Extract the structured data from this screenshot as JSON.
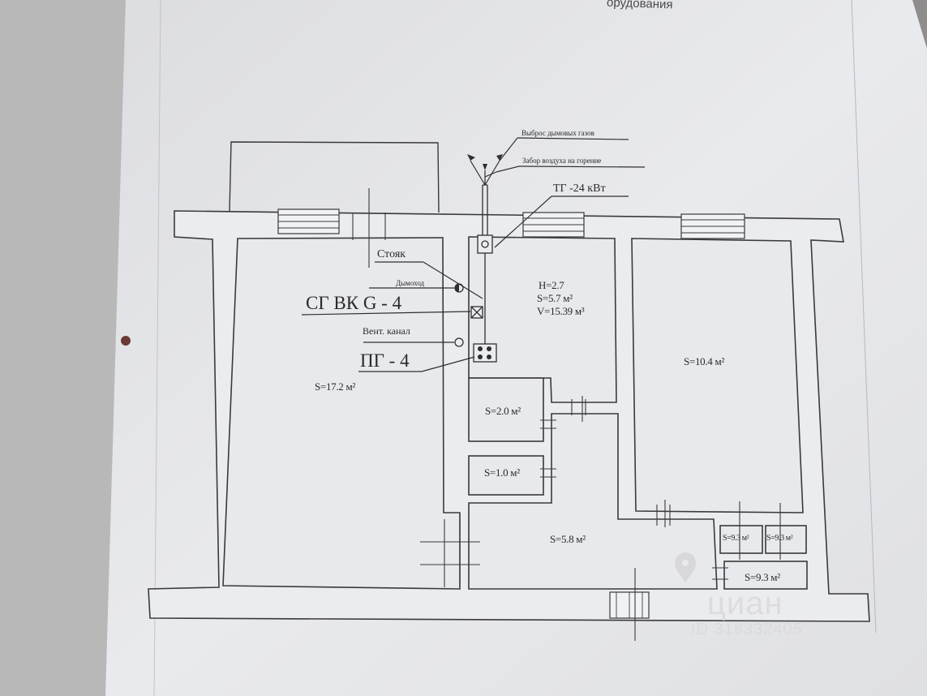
{
  "document": {
    "header_fragment": "орудования"
  },
  "annotations": {
    "exhaust": "Выброс дымовых газов",
    "air_intake": "Забор воздуха на горение",
    "boiler": "ТГ -24 кВт",
    "riser": "Стояк",
    "chimney": "Дымоход",
    "gas_meter": "СГ ВК G - 4",
    "vent_channel": "Вент. канал",
    "stove": "ПГ - 4"
  },
  "rooms": {
    "living_room": "S=17.2 м²",
    "kitchen_height": "H=2.7",
    "kitchen_area": "S=5.7 м²",
    "kitchen_volume": "V=15.39 м³",
    "bedroom": "S=10.4 м²",
    "bathroom": "S=2.0 м²",
    "toilet": "S=1.0 м²",
    "hallway": "S=5.8 м²",
    "closet_1": "S=9.3 м²",
    "closet_2": "S=9.3 м²",
    "closet_3": "S=9.3 м²"
  },
  "watermark": {
    "logo": "циан",
    "listing_id": "ID 318332405"
  },
  "colors": {
    "paper": "#e7e8ec",
    "ink": "#2a2a2c",
    "background": "#8f8d8c"
  }
}
